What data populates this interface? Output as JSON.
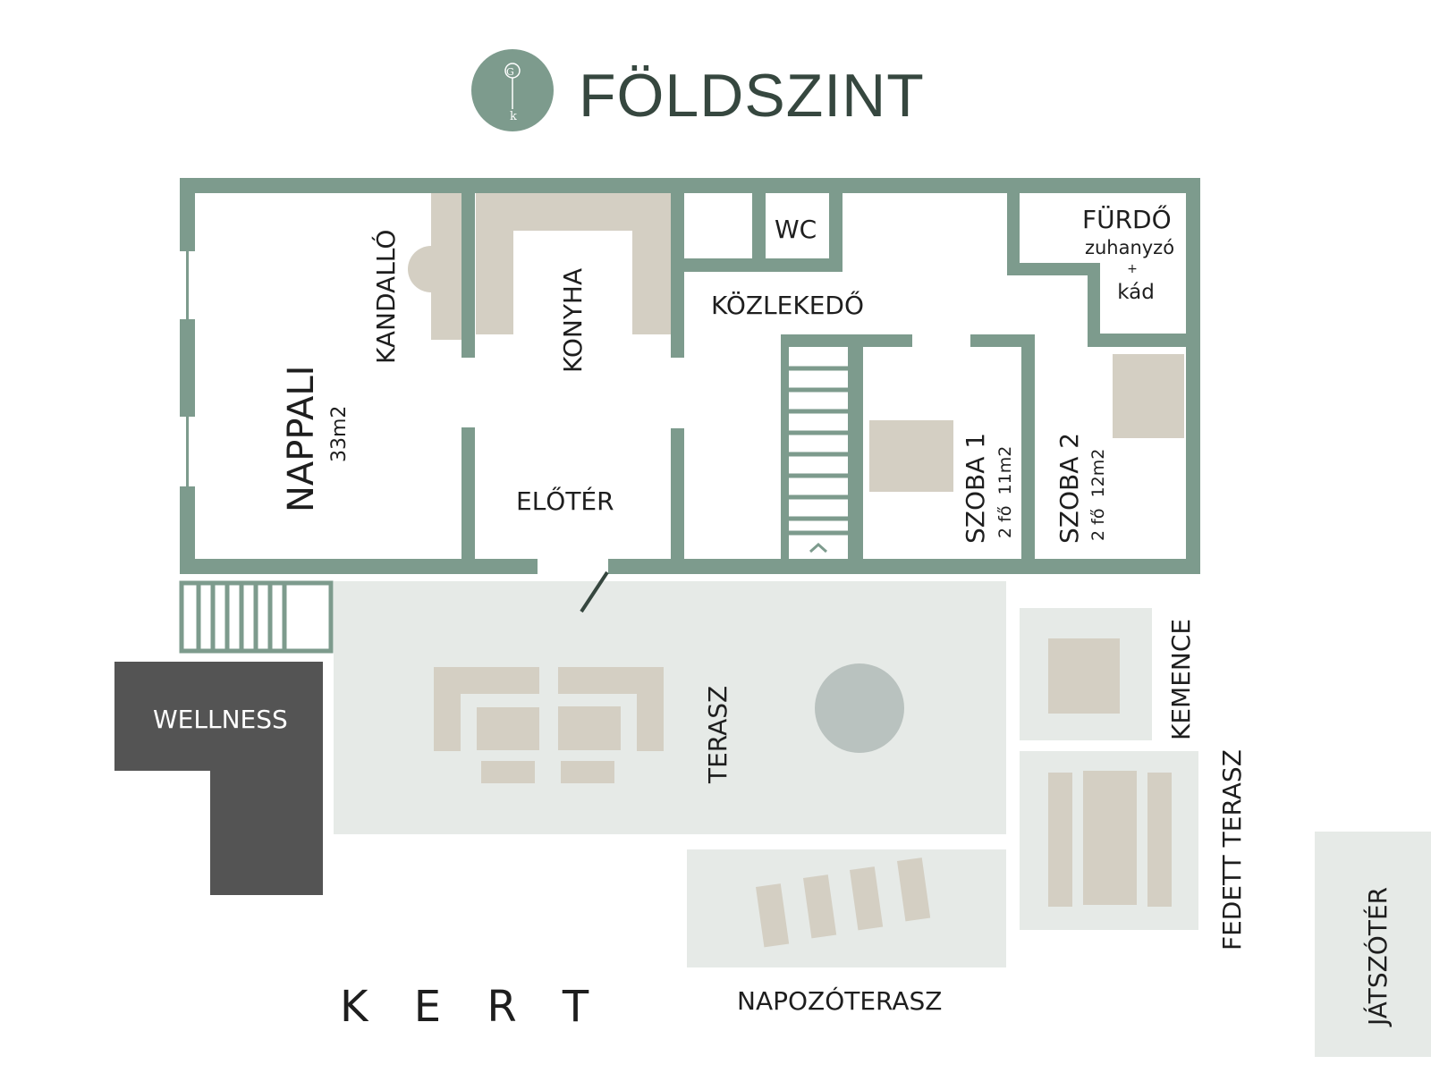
{
  "header": {
    "title": "FÖLDSZINT",
    "logo_letters": "Gk"
  },
  "rooms": {
    "nappali": {
      "name": "NAPPALI",
      "area": "33m2"
    },
    "kandallo": "KANDALLÓ",
    "konyha": "KONYHA",
    "eloter": "ELŐTÉR",
    "wc": "WC",
    "kozlekedo": "KÖZLEKEDŐ",
    "furdo": {
      "name": "FÜRDŐ",
      "line1": "zuhanyzó",
      "line2": "+",
      "line3": "kád"
    },
    "szoba1": {
      "name": "SZOBA 1",
      "detail": "2 fő  11m2"
    },
    "szoba2": {
      "name": "SZOBA 2",
      "detail": "2 fő  12m2"
    }
  },
  "outdoor": {
    "wellness": "WELLNESS",
    "terasz": "TERASZ",
    "kemence": "KEMENCE",
    "fedett_terasz": "FEDETT TERASZ",
    "napozoterasz": "NAPOZÓTERASZ",
    "kert": "K E R T",
    "jatszoter": "JÁTSZÓTÉR"
  },
  "colors": {
    "wall": "#7d9b8d",
    "furniture": "#d4cfc3",
    "terrace": "#e6eae7",
    "wellness": "#545454",
    "title": "#36473f",
    "table": "#b9c2bf"
  }
}
